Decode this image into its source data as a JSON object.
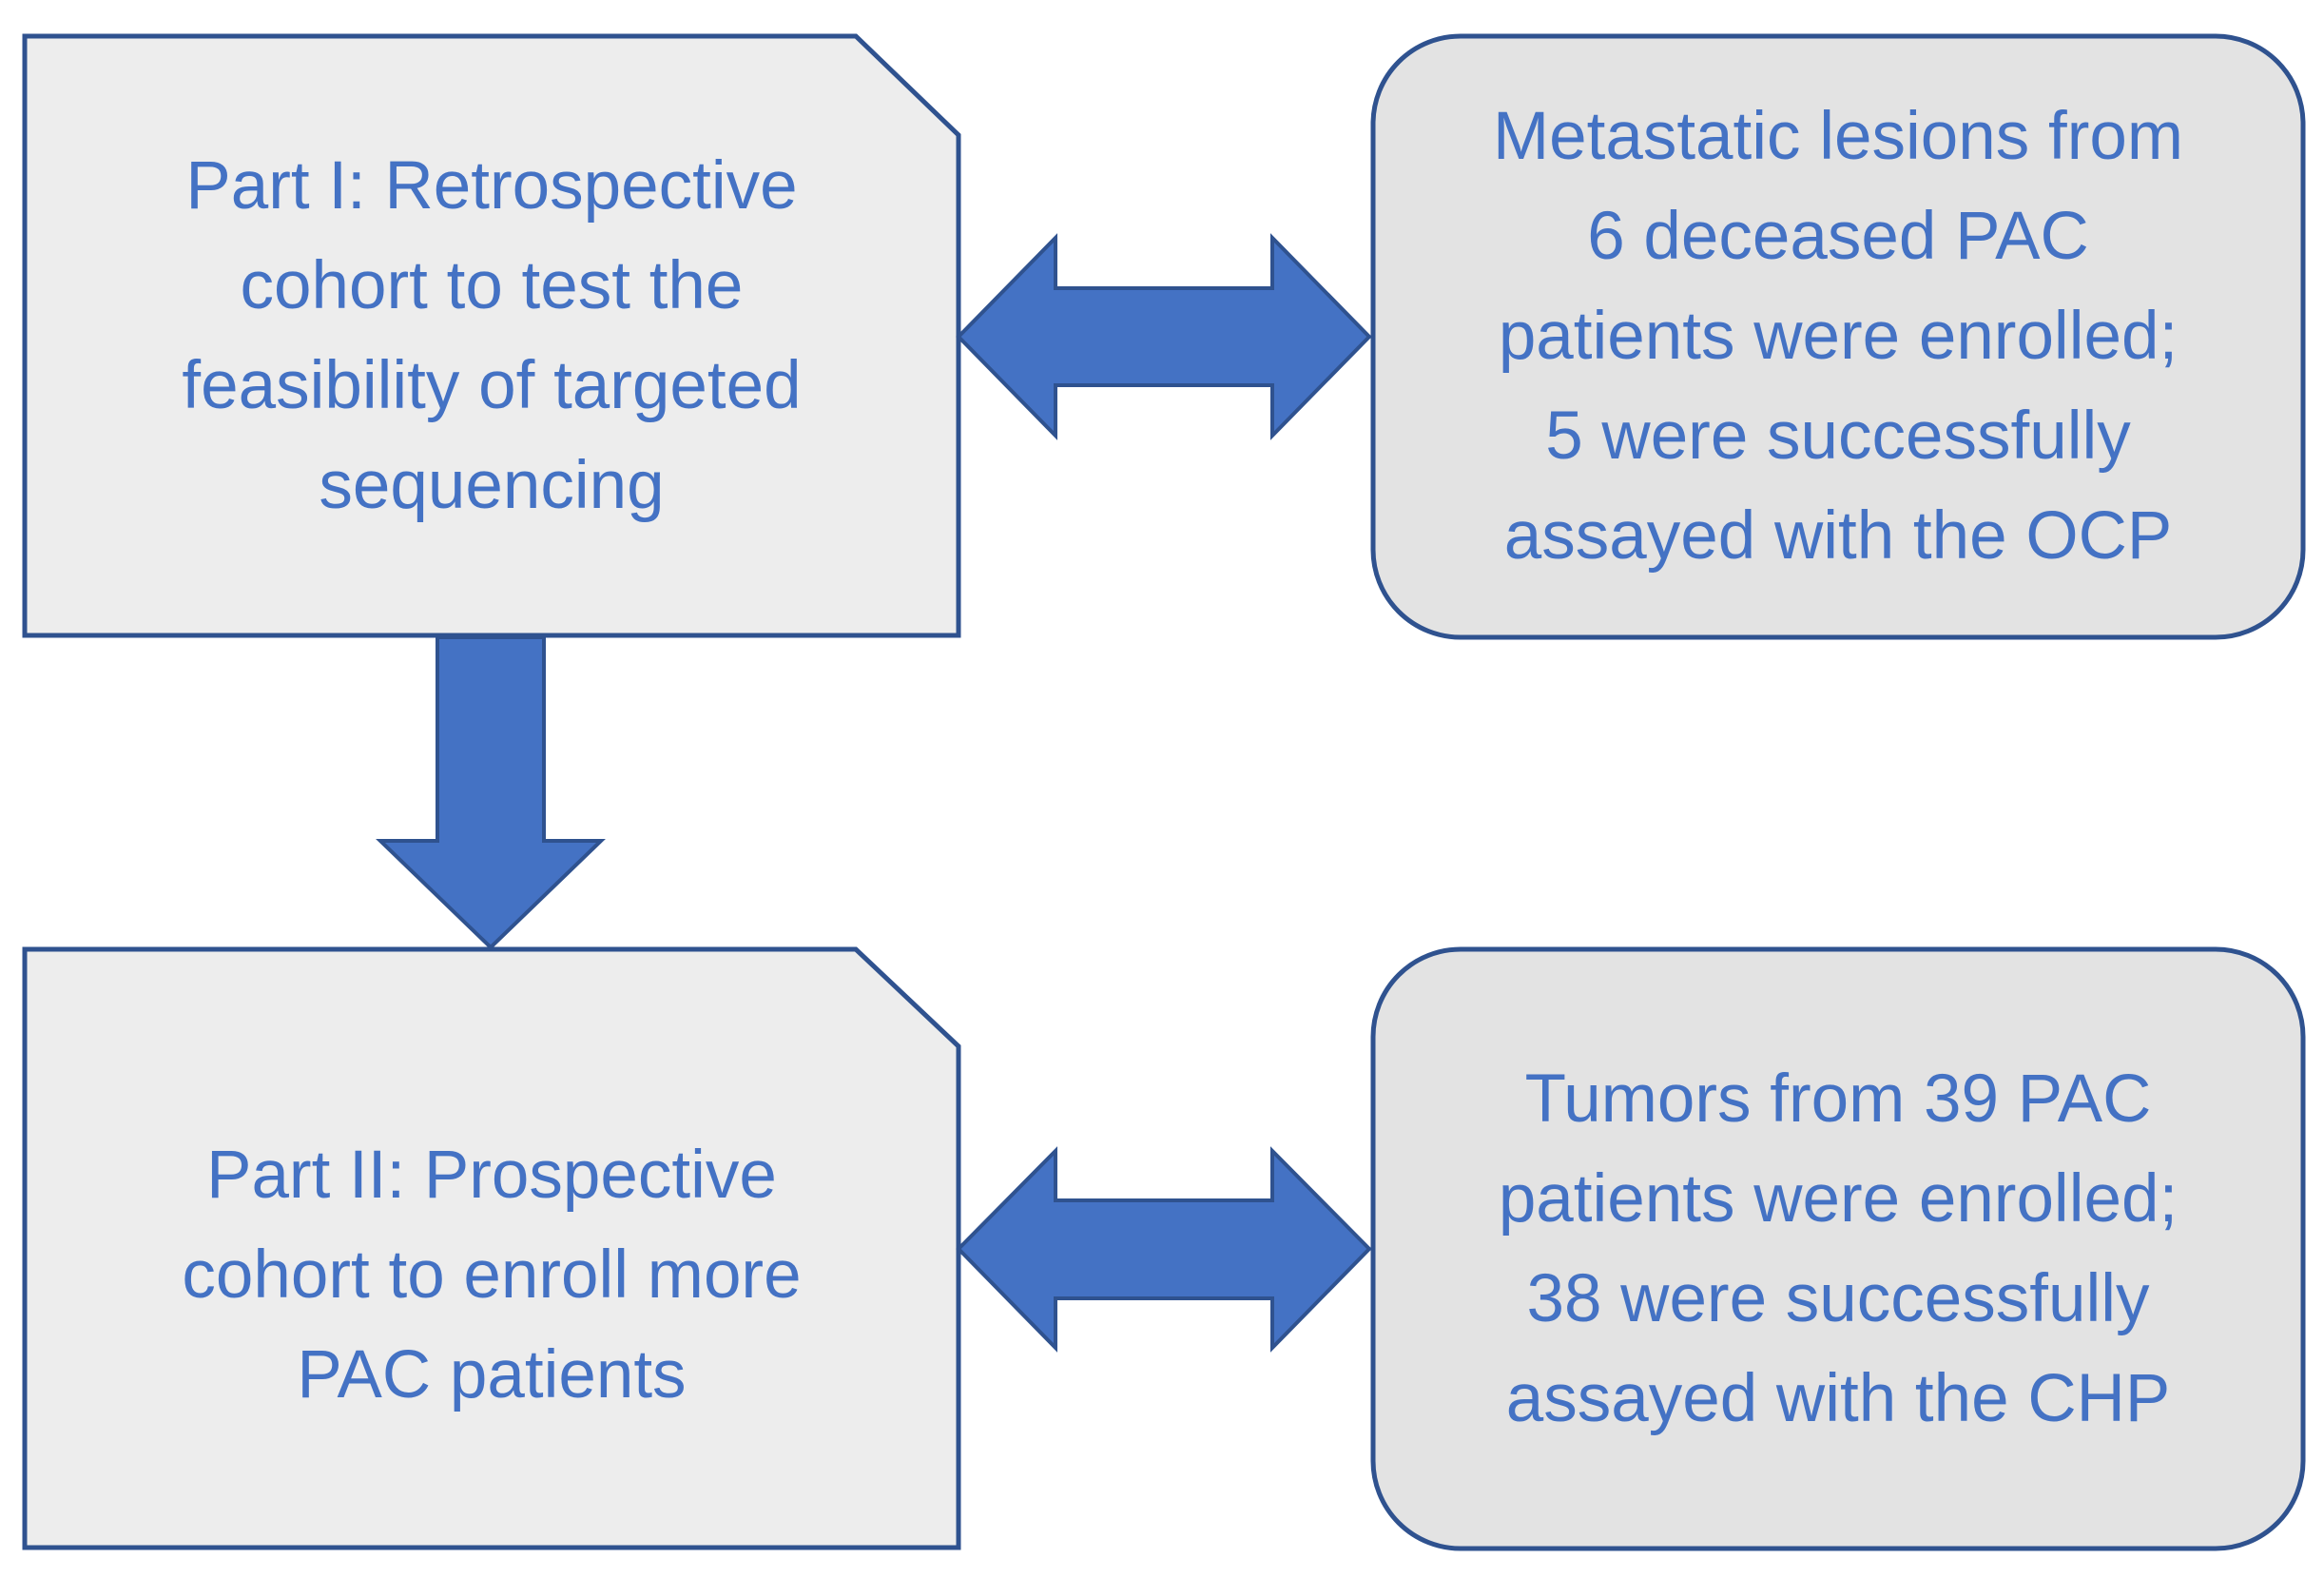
{
  "colors": {
    "text": "#4472C4",
    "arrow_fill": "#4472C4",
    "arrow_stroke": "#2F528F",
    "box_stroke": "#2F528F",
    "left_box_fill": "#EDEDED",
    "right_box_fill": "#E3E3E3"
  },
  "nodes": {
    "part1": {
      "lines": [
        "Part I: Retrospective",
        "cohort to test the",
        "feasibility of targeted",
        "sequencing"
      ]
    },
    "part1_result": {
      "lines": [
        "Metastatic lesions from",
        "6 deceased PAC",
        "patients were enrolled;",
        "5 were successfully",
        "assayed with the OCP"
      ]
    },
    "part2": {
      "lines": [
        "Part II: Prospective",
        "cohort to enroll more",
        "PAC patients"
      ]
    },
    "part2_result": {
      "lines": [
        "Tumors from 39 PAC",
        "patients were enrolled;",
        "38 were successfully",
        "assayed with the CHP"
      ]
    }
  },
  "edges": [
    {
      "from": "part1",
      "to": "part1_result",
      "kind": "bidirectional"
    },
    {
      "from": "part1",
      "to": "part2",
      "kind": "directed"
    },
    {
      "from": "part2",
      "to": "part2_result",
      "kind": "bidirectional"
    }
  ]
}
